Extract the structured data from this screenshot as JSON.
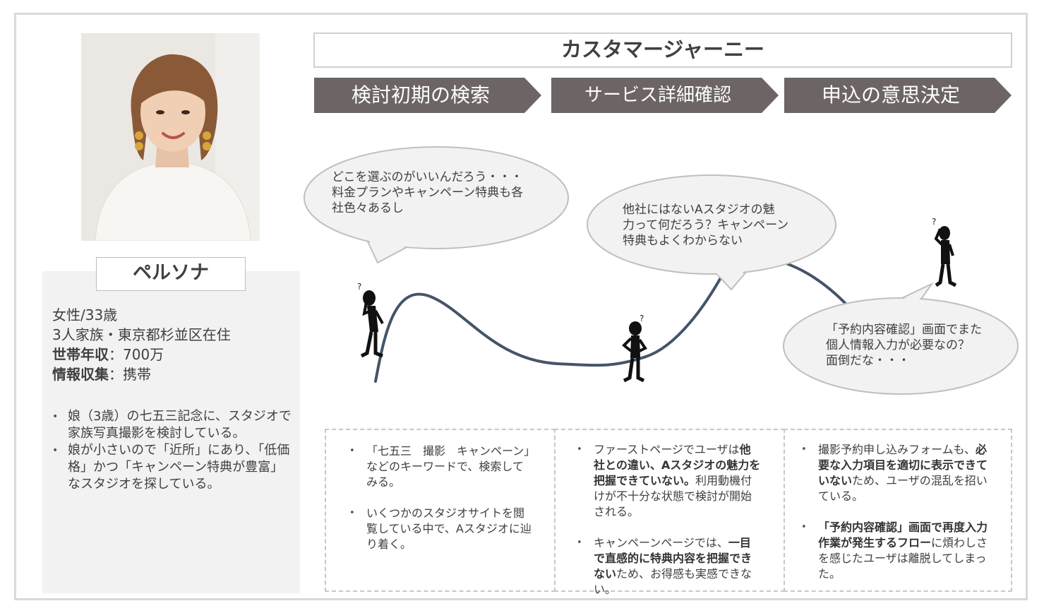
{
  "journey_title": "カスタマージャーニー",
  "stages": [
    "検討初期の検索",
    "サービス詳細確認",
    "申込の意思決定"
  ],
  "persona": {
    "title": "ペルソナ",
    "profile": {
      "line1": "女性/33歳",
      "line2": "3人家族・東京都杉並区在住",
      "income_label": "世帯年収",
      "income_value": "：700万",
      "info_label": "情報収集",
      "info_value": "：携帯"
    },
    "bullets": [
      "娘（3歳）の七五三記念に、スタジオで家族写真撮影を検討している。",
      "娘が小さいので「近所」にあり、「低価格」かつ「キャンペーン特典が豊富」なスタジオを探している。"
    ]
  },
  "bubbles": [
    {
      "lines": [
        "どこを選ぶのがいいんだろう・・・",
        "料金プランやキャンペーン特典も各",
        "社色々あるし"
      ]
    },
    {
      "lines": [
        "他社にはないAスタジオの魅",
        "力って何だろう？キャンペーン",
        "特典もよくわからない"
      ]
    },
    {
      "lines": [
        "「予約内容確認」画面でまた",
        "個人情報入力が必要なの？",
        "面倒だな・・・"
      ]
    }
  ],
  "figure_marks": {
    "question": "?"
  },
  "columns": [
    {
      "items": [
        {
          "parts": [
            {
              "t": "「七五三　撮影　キャンペーン」などのキーワードで、検索してみる。"
            }
          ]
        },
        {
          "parts": [
            {
              "t": "いくつかのスタジオサイトを閲覧している中で、Aスタジオに辿り着く。"
            }
          ]
        }
      ]
    },
    {
      "items": [
        {
          "parts": [
            {
              "t": "ファーストページでユーザは"
            },
            {
              "t": "他社との違い、Aスタジオの魅力を把握できていない。",
              "b": true
            },
            {
              "t": "利用動機付けが不十分な状態で検討が開始される。"
            }
          ]
        },
        {
          "parts": [
            {
              "t": "キャンペーンページでは、"
            },
            {
              "t": "一目で直感的に特典内容を把握できない",
              "b": true
            },
            {
              "t": "ため、お得感も実感できない。"
            }
          ]
        }
      ]
    },
    {
      "items": [
        {
          "parts": [
            {
              "t": "撮影予約申し込みフォームも、"
            },
            {
              "t": "必要な入力項目を適切に表示できていない",
              "b": true
            },
            {
              "t": "ため、ユーザの混乱を招いている。"
            }
          ]
        },
        {
          "parts": [
            {
              "t": "「予約内容確認」画面で再度入力作業が発生するフロー",
              "b": true
            },
            {
              "t": "に煩わしさを感じたユーザは離脱してしまった。"
            }
          ]
        }
      ]
    }
  ],
  "colors": {
    "stage": "#6d6565",
    "curve": "#44546a",
    "panel": "#f2f2f2"
  }
}
